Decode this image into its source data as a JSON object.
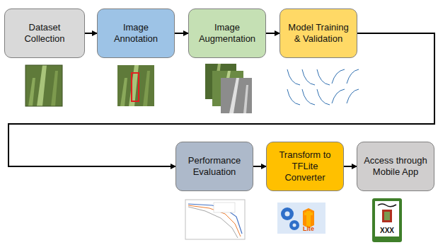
{
  "diagram": {
    "nodes": [
      {
        "text": [
          "Dataset Collection"
        ]
      },
      {
        "text": [
          "Image Annotation"
        ]
      },
      {
        "text": [
          "Image Augmentation"
        ]
      },
      {
        "text": [
          "Model Training & Validation"
        ]
      },
      {
        "text": [
          "Performance Evaluation"
        ]
      },
      {
        "text": [
          "Transform to TFLite Converter"
        ]
      },
      {
        "text": [
          "Access through Mobile App"
        ]
      }
    ],
    "edges": [
      {
        "from": 0,
        "to": 1,
        "arrow": "to"
      },
      {
        "from": 1,
        "to": 2,
        "arrow": "to"
      },
      {
        "from": 2,
        "to": 3,
        "arrow": "to"
      },
      {
        "from": 3,
        "to": 4,
        "arrow": "to"
      },
      {
        "from": 4,
        "to": 5,
        "arrow": "to"
      },
      {
        "from": 5,
        "to": 6,
        "arrow": "to"
      }
    ],
    "labels": [
      "XXX",
      "Lite"
    ]
  }
}
